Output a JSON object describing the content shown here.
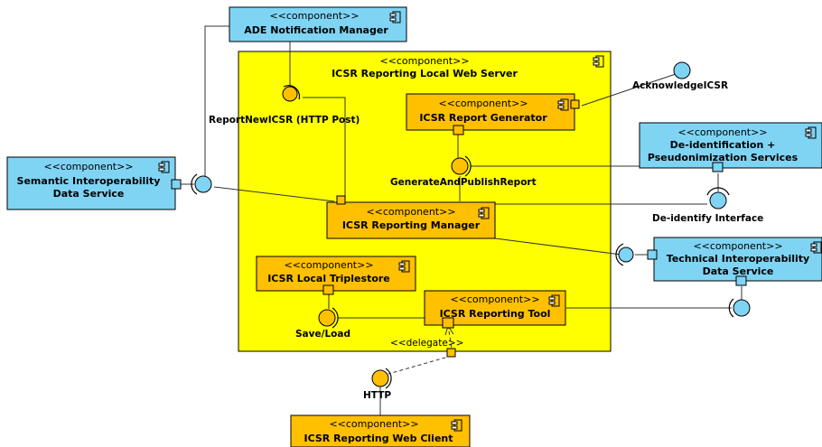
{
  "colors": {
    "server_fill": "#ffff00",
    "internal_fill": "#ffc000",
    "external_fill": "#7fd4f4",
    "stroke": "#000000"
  },
  "stereotype": "<<component>>",
  "components": {
    "ade": "ADE Notification Manager",
    "server": "ICSR Reporting Local Web Server",
    "generator": "ICSR Report Generator",
    "deid_line1": "De-identification +",
    "deid_line2": "Pseudonimization Services",
    "semantic_line1": "Semantic Interoperability",
    "semantic_line2": "Data Service",
    "manager": "ICSR Reporting Manager",
    "technical_line1": "Technical Interoperability",
    "technical_line2": "Data Service",
    "triplestore": "ICSR Local Triplestore",
    "tool": "ICSR Reporting Tool",
    "webclient": "ICSR Reporting Web Client"
  },
  "interfaces": {
    "report_new": "ReportNewICSR (HTTP Post)",
    "acknowledge": "AcknowledgeICSR",
    "generate": "GenerateAndPublishReport",
    "deidentify": "De-identify Interface",
    "saveload": "Save/Load",
    "http": "HTTP"
  },
  "relations": {
    "delegate": "<<delegate>>"
  },
  "icons": [
    "component-icon",
    "provided-interface-icon",
    "required-interface-icon",
    "port-icon"
  ]
}
